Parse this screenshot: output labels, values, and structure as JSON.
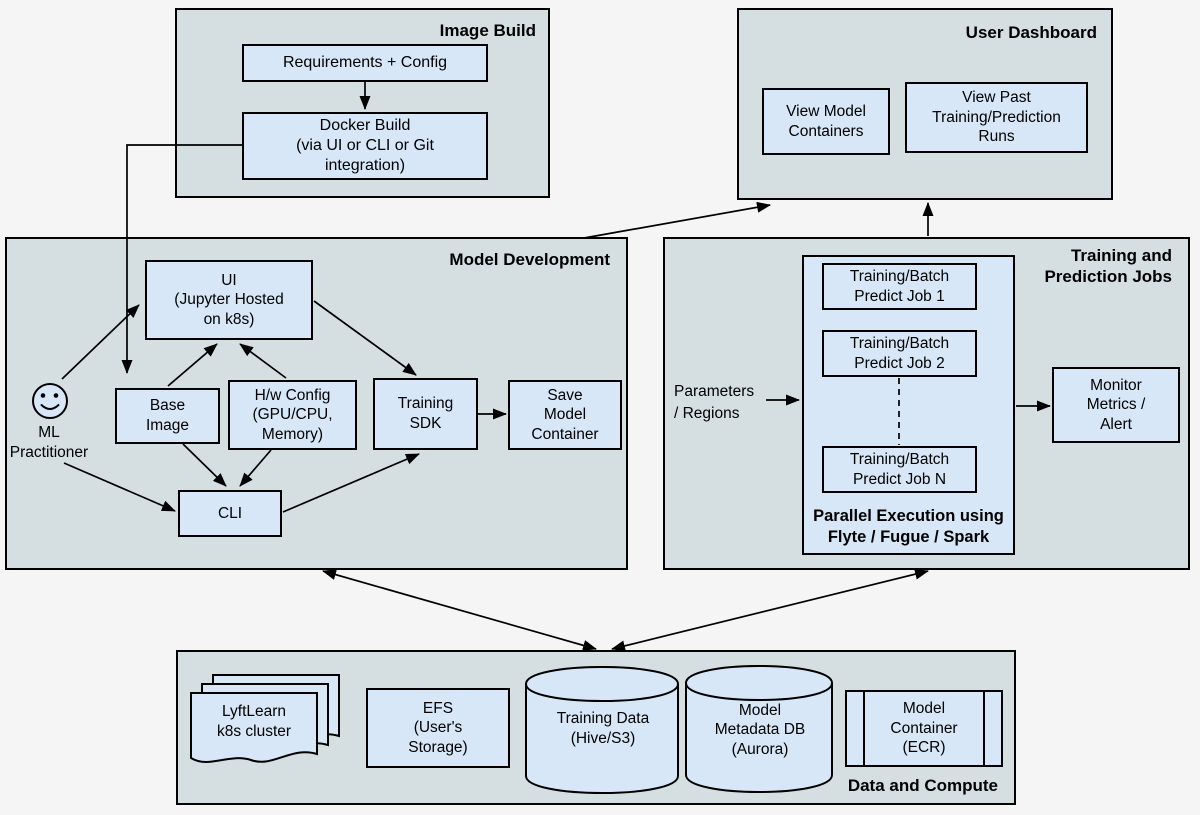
{
  "colors": {
    "page_bg": "#f5f5f5",
    "container_fill": "#d5dfe2",
    "node_fill": "#d8e7f8",
    "stroke": "#000000"
  },
  "image_build": {
    "title": "Image Build",
    "requirements_config": "Requirements + Config",
    "docker_build": "Docker Build\n(via UI or CLI or Git\nintegration)"
  },
  "user_dashboard": {
    "title": "User Dashboard",
    "view_model_containers": "View Model\nContainers",
    "view_past_runs": "View Past\nTraining/Prediction\nRuns"
  },
  "model_development": {
    "title": "Model Development",
    "ml_practitioner": "ML\nPractitioner",
    "ui": "UI\n(Jupyter Hosted\non k8s)",
    "base_image": "Base\nImage",
    "hw_config": "H/w Config\n(GPU/CPU,\nMemory)",
    "training_sdk": "Training\nSDK",
    "save_model_container": "Save\nModel\nContainer",
    "cli": "CLI"
  },
  "training_prediction_jobs": {
    "title": "Training and\nPrediction Jobs",
    "parameters_regions": "Parameters\n/ Regions",
    "job_1": "Training/Batch\nPredict Job 1",
    "job_2": "Training/Batch\nPredict Job 2",
    "job_n": "Training/Batch\nPredict Job N",
    "parallel_execution": "Parallel Execution using\nFlyte / Fugue / Spark",
    "monitor": "Monitor\nMetrics /\nAlert"
  },
  "data_and_compute": {
    "title": "Data and Compute",
    "lyftlearn_cluster": "LyftLearn\nk8s cluster",
    "efs": "EFS\n(User's\nStorage)",
    "training_data": "Training Data\n(Hive/S3)",
    "model_metadata_db": "Model\nMetadata DB\n(Aurora)",
    "model_container_ecr": "Model\nContainer\n(ECR)"
  }
}
